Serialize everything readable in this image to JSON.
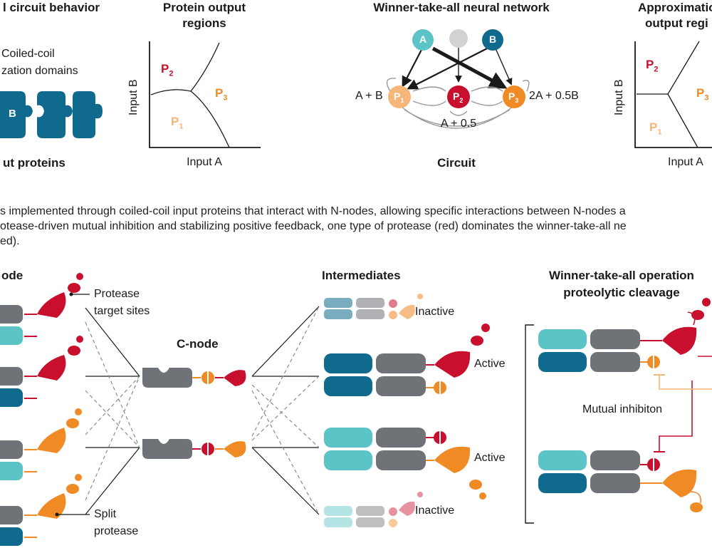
{
  "top": {
    "panel1": {
      "title": "l circuit behavior",
      "coil_label_1": "Coiled-coil",
      "coil_label_2": "zation domains",
      "protein_letter": "B",
      "bottom_label": "ut proteins"
    },
    "panel2": {
      "title_1": "Protein output",
      "title_2": "regions",
      "ylabel": "Input B",
      "xlabel": "Input A",
      "regions": [
        {
          "name": "P",
          "sub": "2"
        },
        {
          "name": "P",
          "sub": "3"
        },
        {
          "name": "P",
          "sub": "1"
        }
      ]
    },
    "panel3": {
      "title": "Winner-take-all neural network",
      "node_a": "A",
      "node_b": "B",
      "nodes": [
        {
          "name": "P",
          "sub": "1"
        },
        {
          "name": "P",
          "sub": "2"
        },
        {
          "name": "P",
          "sub": "3"
        }
      ],
      "left_expr": "A + B",
      "right_expr": "2A + 0.5B",
      "mid_expr": "A + 0.5",
      "bottom_label": "Circuit"
    },
    "panel4": {
      "title_1": "Approximatio",
      "title_2": "output regi",
      "ylabel": "Input B",
      "xlabel": "Input A",
      "regions": [
        {
          "name": "P",
          "sub": "2"
        },
        {
          "name": "P",
          "sub": "3"
        },
        {
          "name": "P",
          "sub": "1"
        }
      ]
    }
  },
  "paragraph": {
    "line1": "s implemented through coiled-coil input proteins that interact with N-nodes, allowing specific interactions between N-nodes a",
    "line2": "otease-driven mutual inhibition and stabilizing positive feedback, one type of protease (red) dominates the winner-take-all ne",
    "line3": "ed)."
  },
  "bottom": {
    "n_node_title": "ode",
    "protease_label_1": "Protease",
    "protease_label_2": "target sites",
    "split_label_1": "Split",
    "split_label_2": "protease",
    "c_node_title": "C-node",
    "intermediates_title": "Intermediates",
    "intermediate_states": [
      "Inactive",
      "Active",
      "Active",
      "Inactive"
    ],
    "wta_title_1": "Winner-take-all operation",
    "wta_title_2": "proteolytic cleavage",
    "mutual_label": "Mutual inhibiton"
  },
  "colors": {
    "red": "#c8102e",
    "orange": "#f08a24",
    "peach": "#f6b67a",
    "teal_light": "#5cc4c6",
    "teal_dark": "#0f6a8e",
    "gray": "#6f7277",
    "light_gray": "#d0d2d3"
  }
}
